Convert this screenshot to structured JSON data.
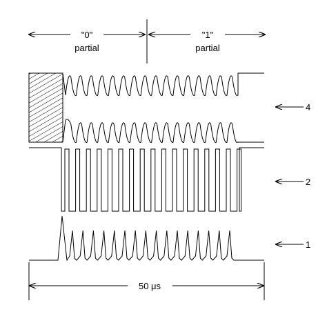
{
  "labels": {
    "zero": "\"0\"",
    "zero_sub": "partial",
    "one": "\"1\"",
    "one_sub": "partial",
    "duration": "50 μs"
  },
  "traces": [
    {
      "id": "4",
      "label": "4"
    },
    {
      "id": "2",
      "label": "2"
    },
    {
      "id": "1",
      "label": "1"
    }
  ],
  "colors": {
    "ink": "#000000",
    "paper": "#ffffff"
  }
}
